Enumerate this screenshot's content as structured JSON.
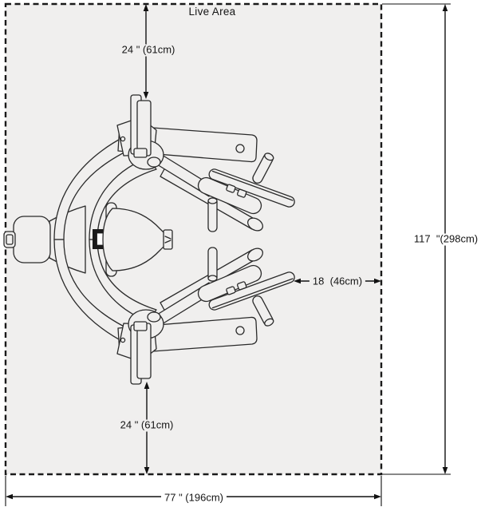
{
  "page": {
    "background": "#ffffff"
  },
  "live_area": {
    "label": "Live Area",
    "fill": "#f0efee",
    "border_color": "#1a1a1a"
  },
  "machine": {
    "name": "exercise-machine-top-view",
    "stroke_color": "#2a2a2a"
  },
  "dimensions": {
    "top_clearance": {
      "label": "24 \" (61cm)"
    },
    "bottom_clearance": {
      "label": "24 \" (61cm)"
    },
    "overall_length": {
      "label": "117  \"(298cm)"
    },
    "overall_width": {
      "label": "77 \" (196cm)"
    },
    "side_clearance": {
      "label": "18  (46cm)"
    }
  }
}
